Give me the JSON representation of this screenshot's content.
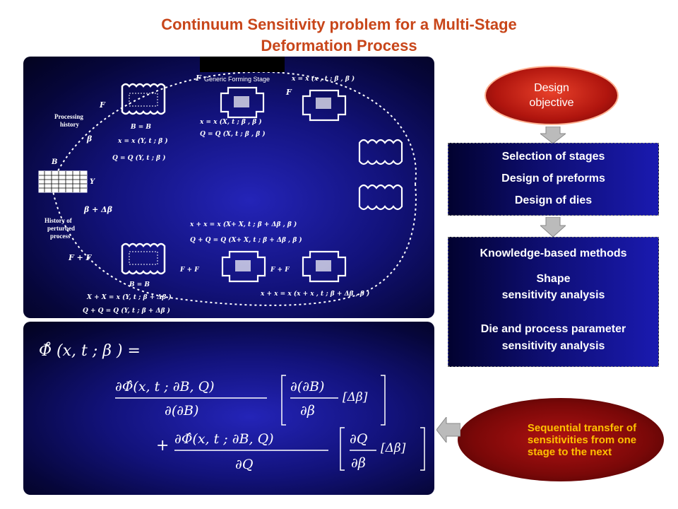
{
  "header": {
    "title_line1": "Continuum Sensitivity problem for a Multi-Stage",
    "title_line2": "Deformation Process"
  },
  "diagram": {
    "generic_forming_stage": "Generic Forming Stage",
    "processing_history": [
      "Processing",
      "history"
    ],
    "perturbed_history": [
      "History of",
      "perturbed",
      "process"
    ],
    "labels": {
      "F_n": "F",
      "F_r": "F",
      "F_f": "F",
      "B0": "B",
      "Y": "Y",
      "beta_h": "β",
      "beta_perturbed": "β + Δβ"
    },
    "equations_top": [
      "x = x (Y, t ; β )",
      "Q = Q (Y, t ; β )",
      "B  =  B"
    ],
    "equations_mid": [
      "x  = x (X, t ; β , β )",
      "Q  = Q (X, t ; β , β )"
    ],
    "equation_top_right": "x = x (x , t ; β , β )",
    "equations_perturbed_mid": [
      "x + x = x (X+ X, t ; β + Δβ , β )",
      "Q + Q = Q (X+ X, t ; β + Δβ , β )"
    ],
    "equations_perturbed_left": [
      "B  = B",
      "X + X = x (Y, t ; β + Δβ )",
      "Q + Q = Q (Y, t ; β + Δβ )"
    ],
    "equation_bottom_right": "x + x = x (x + x , t ; β + Δβ , β )",
    "perturbed_force_left": "F + F",
    "perturbed_force_n": "F + F",
    "perturbed_force_r": "F + F"
  },
  "equation": {
    "lhs": "Φ̊ (x, t ; β ) =",
    "term1_num": "∂Φ̂(x, t ; ∂B, Q)",
    "term1_den": "∂(∂B)",
    "term1_bracket_num": "∂(∂B)",
    "term1_bracket_den": "∂β",
    "term1_delta": "[Δβ]",
    "plus": "+",
    "term2_num": "∂Φ̂(x, t ; ∂B, Q)",
    "term2_den": "∂Q",
    "term2_bracket_num": "∂Q",
    "term2_bracket_den": "∂β",
    "term2_delta": "[Δβ]"
  },
  "design_objective": [
    "Design",
    "objective"
  ],
  "stages_box": [
    "Selection of stages",
    "Design of preforms",
    "Design of dies"
  ],
  "methods_box": {
    "title": "Knowledge-based methods",
    "shape": [
      "Shape",
      "sensitivity analysis"
    ],
    "die": [
      "Die and process parameter",
      "sensitivity analysis"
    ]
  },
  "sequential": [
    "Sequential transfer of",
    "sensitivities from one",
    "stage to the next"
  ],
  "colors": {
    "title": "#c8461a",
    "sequential_text": "#ffc000",
    "panel_blue": "#12127a",
    "oval_red": "#b0150e"
  }
}
